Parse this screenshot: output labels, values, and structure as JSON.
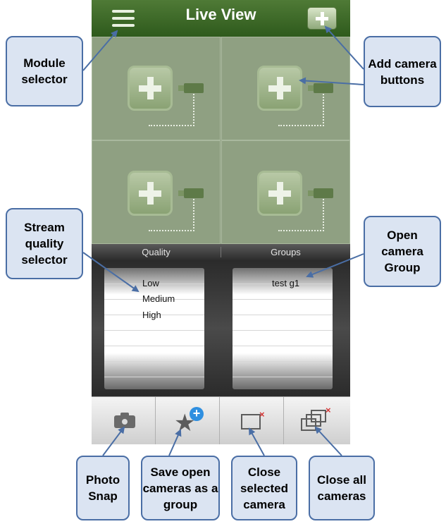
{
  "header": {
    "title": "Live View",
    "menu_icon": "hamburger-menu-icon",
    "add_icon": "plus-icon"
  },
  "camera_grid": {
    "cells": [
      {
        "icon": "add-camera-plus-icon"
      },
      {
        "icon": "add-camera-plus-icon"
      },
      {
        "icon": "add-camera-plus-icon"
      },
      {
        "icon": "add-camera-plus-icon"
      }
    ]
  },
  "pickers": {
    "quality_label": "Quality",
    "groups_label": "Groups",
    "quality_options": [
      "Low",
      "Medium",
      "High"
    ],
    "group_options": [
      "test g1"
    ]
  },
  "toolbar": {
    "items": [
      {
        "icon": "camera-icon"
      },
      {
        "icon": "star-plus-icon"
      },
      {
        "icon": "window-close-icon"
      },
      {
        "icon": "windows-close-all-icon"
      }
    ]
  },
  "annotations": {
    "module_selector": "Module selector",
    "add_camera": "Add camera buttons",
    "stream_quality": "Stream quality selector",
    "open_group": "Open camera Group",
    "photo_snap": "Photo Snap",
    "save_group": "Save open cameras as a group",
    "close_selected": "Close selected camera",
    "close_all": "Close all cameras"
  },
  "colors": {
    "header_green": "#2e5a1c",
    "grid_green": "#8fa082",
    "callout_fill": "#dbe4f2",
    "callout_border": "#4a6ea5",
    "close_x_red": "#d43434",
    "badge_blue": "#2f8fe0"
  }
}
